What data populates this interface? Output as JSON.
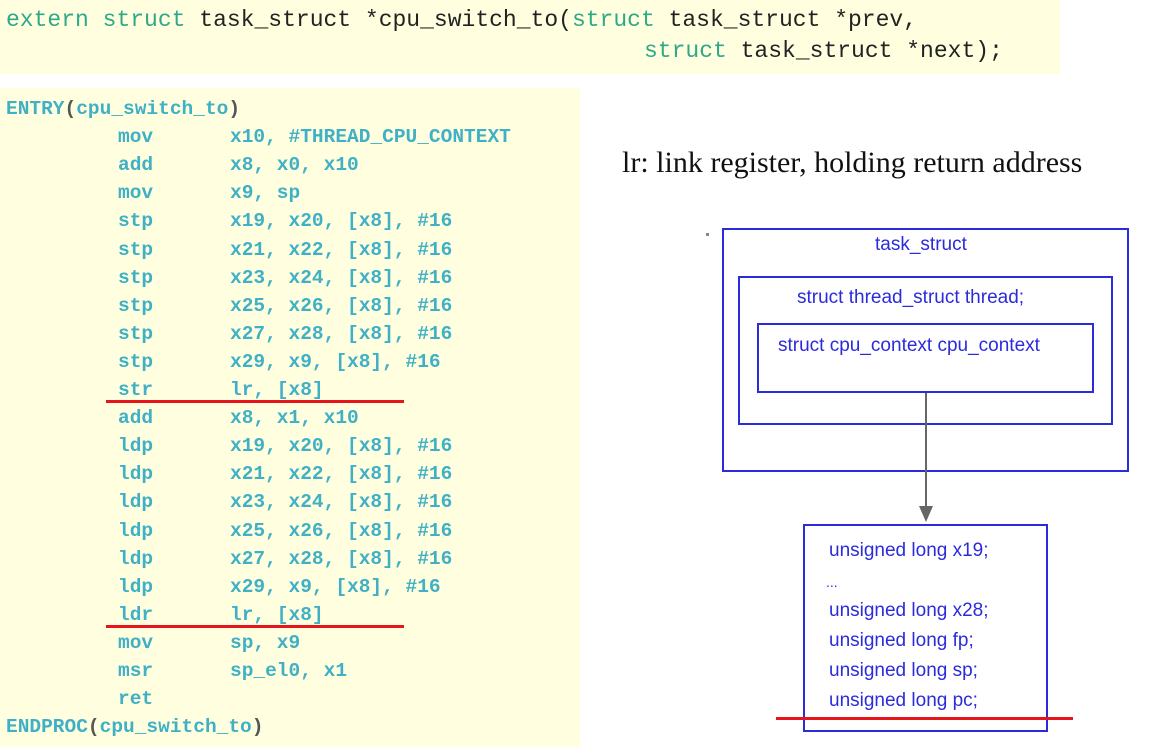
{
  "declaration": {
    "line1": {
      "kw1": "extern",
      "kw2": "struct",
      "rest": " task_struct *cpu_switch_to(",
      "kw3": "struct",
      "rest2": " task_struct *prev,"
    },
    "line2": {
      "kw": "struct",
      "rest": " task_struct *next);"
    }
  },
  "assembly": {
    "entry": {
      "macro": "ENTRY",
      "name": "cpu_switch_to"
    },
    "endproc": {
      "macro": "ENDPROC",
      "name": "cpu_switch_to"
    },
    "instructions": [
      {
        "op": "mov",
        "args": "x10, #THREAD_CPU_CONTEXT"
      },
      {
        "op": "add",
        "args": "x8, x0, x10"
      },
      {
        "op": "mov",
        "args": "x9, sp"
      },
      {
        "op": "stp",
        "args": "x19, x20, [x8], #16"
      },
      {
        "op": "stp",
        "args": "x21, x22, [x8], #16"
      },
      {
        "op": "stp",
        "args": "x23, x24, [x8], #16"
      },
      {
        "op": "stp",
        "args": "x25, x26, [x8], #16"
      },
      {
        "op": "stp",
        "args": "x27, x28, [x8], #16"
      },
      {
        "op": "stp",
        "args": "x29, x9, [x8], #16"
      },
      {
        "op": "str",
        "args": "lr, [x8]"
      },
      {
        "op": "add",
        "args": "x8, x1, x10"
      },
      {
        "op": "ldp",
        "args": "x19, x20, [x8], #16"
      },
      {
        "op": "ldp",
        "args": "x21, x22, [x8], #16"
      },
      {
        "op": "ldp",
        "args": "x23, x24, [x8], #16"
      },
      {
        "op": "ldp",
        "args": "x25, x26, [x8], #16"
      },
      {
        "op": "ldp",
        "args": "x27, x28, [x8], #16"
      },
      {
        "op": "ldp",
        "args": "x29, x9, [x8], #16"
      },
      {
        "op": "ldr",
        "args": "lr, [x8]"
      },
      {
        "op": "mov",
        "args": "sp, x9"
      },
      {
        "op": "msr",
        "args": "sp_el0, x1"
      },
      {
        "op": "ret",
        "args": ""
      }
    ]
  },
  "note": "lr: link register, holding return address",
  "diagram": {
    "outer_label": "task_struct",
    "middle_label": "struct thread_struct thread;",
    "inner_label": "struct cpu_context cpu_context",
    "fields": [
      "unsigned long x19;",
      "...",
      "unsigned long x28;",
      "unsigned long fp;",
      "unsigned long sp;",
      "unsigned long pc;"
    ]
  },
  "colors": {
    "code_bg": "#ffffe0",
    "keyword": "#3fb0c6",
    "box": "#2b2bdb",
    "highlight": "#e8141c",
    "arrow": "#666666"
  }
}
